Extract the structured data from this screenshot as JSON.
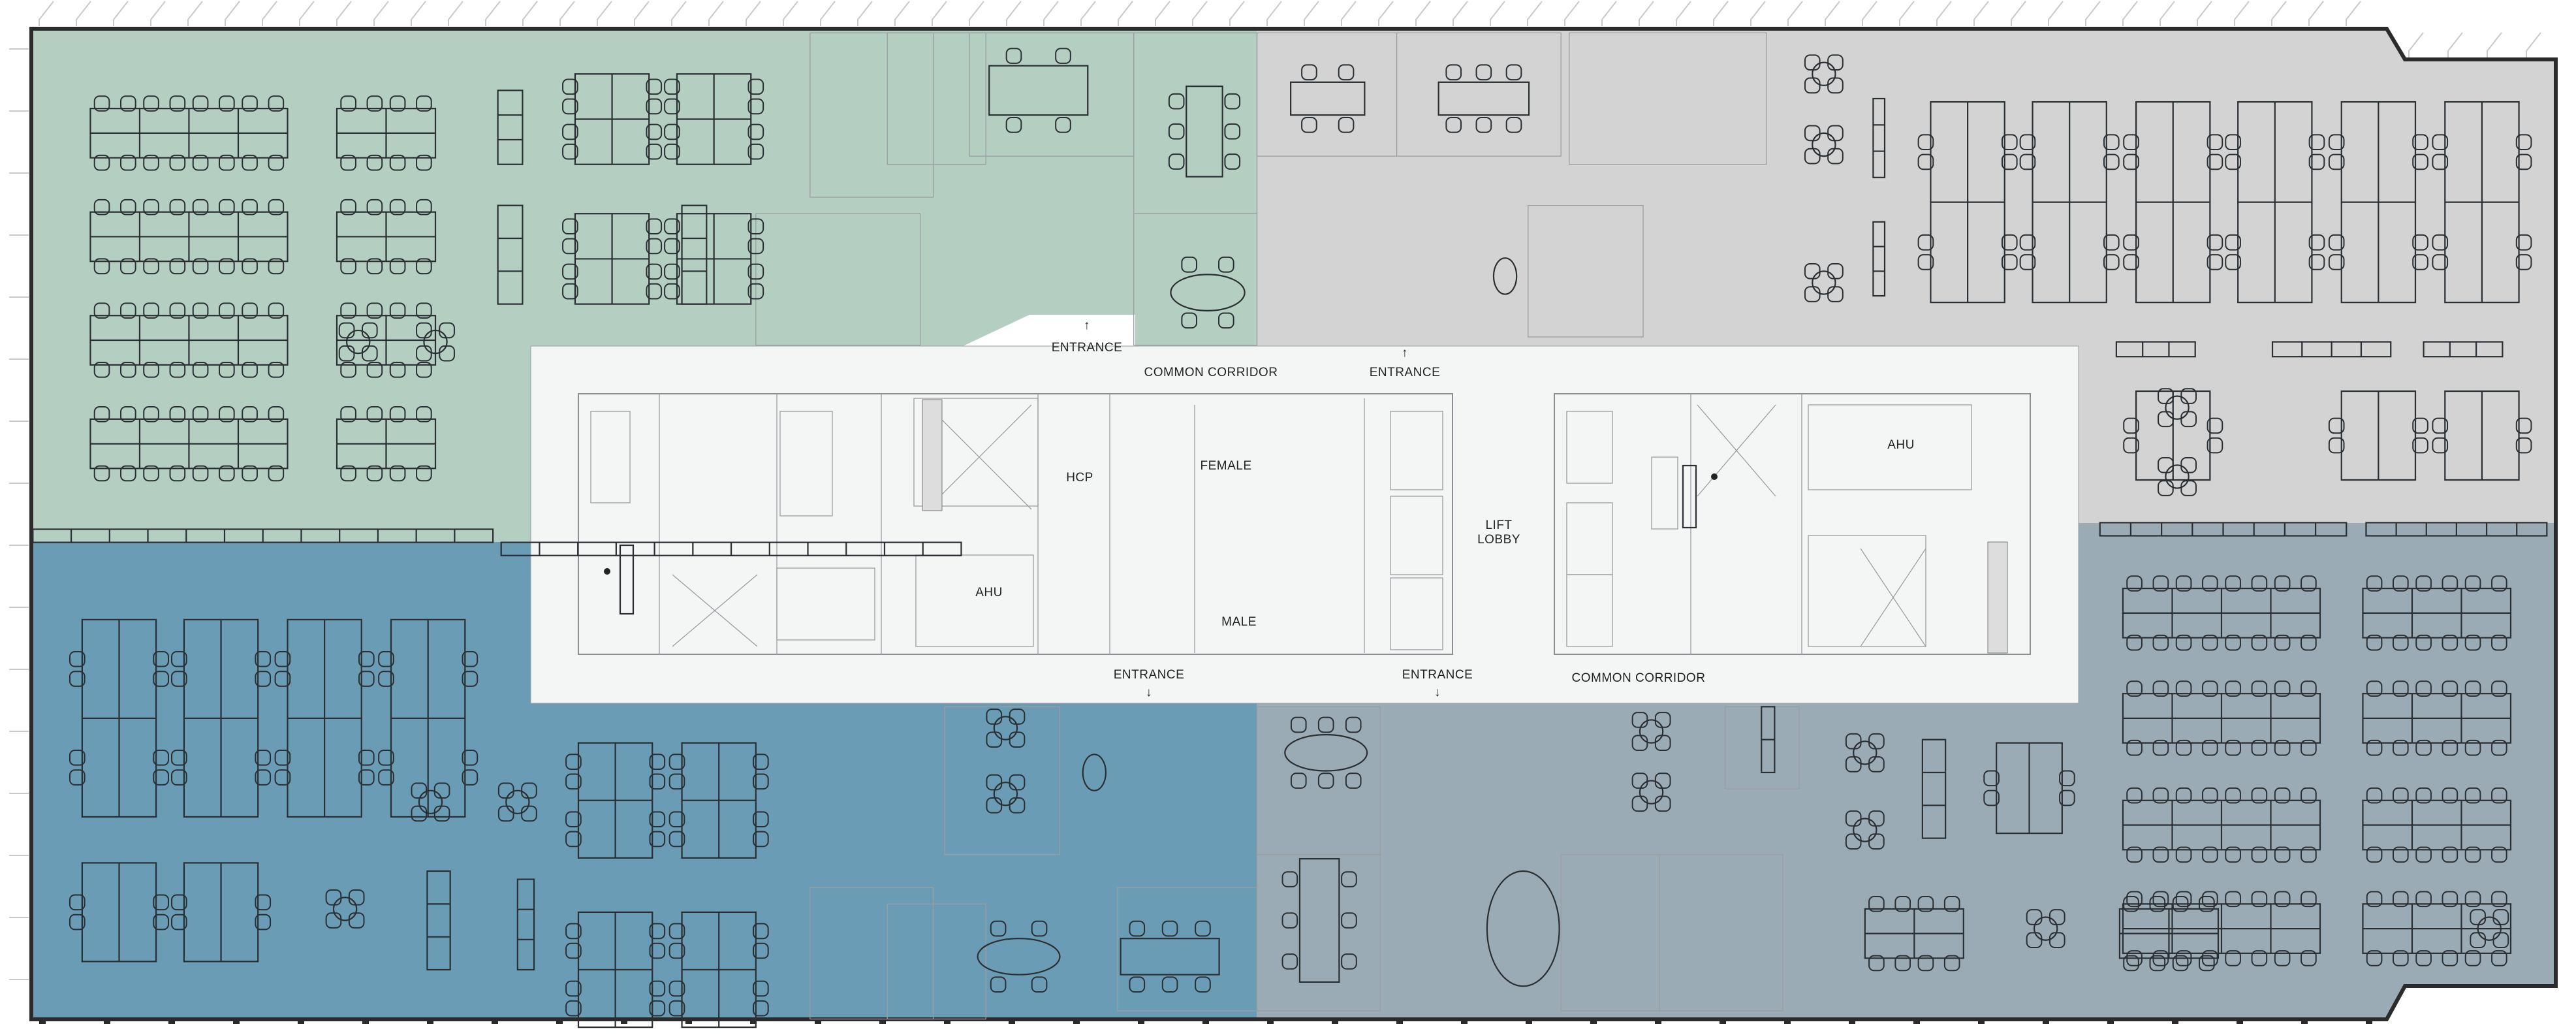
{
  "plan": {
    "zones": [
      {
        "id": "north-west",
        "color": "#b4cfc2"
      },
      {
        "id": "north-east",
        "color": "#d3d3d3"
      },
      {
        "id": "south-west",
        "color": "#6a9cb5"
      },
      {
        "id": "south-east",
        "color": "#9babb5"
      },
      {
        "id": "core",
        "color": "#f4f5f5"
      }
    ],
    "labels": {
      "entrance_top_left": "ENTRANCE",
      "common_corridor_top": "COMMON CORRIDOR",
      "entrance_top_right": "ENTRANCE",
      "hcp": "HCP",
      "female": "FEMALE",
      "ahu_left": "AHU",
      "male": "MALE",
      "lift": "LIFT",
      "lobby": "LOBBY",
      "ahu_right": "AHU",
      "entrance_bottom_left": "ENTRANCE",
      "entrance_bottom_right": "ENTRANCE",
      "common_corridor_bottom": "COMMON CORRIDOR"
    },
    "arrows": {
      "up": "↑",
      "down": "↓"
    }
  }
}
